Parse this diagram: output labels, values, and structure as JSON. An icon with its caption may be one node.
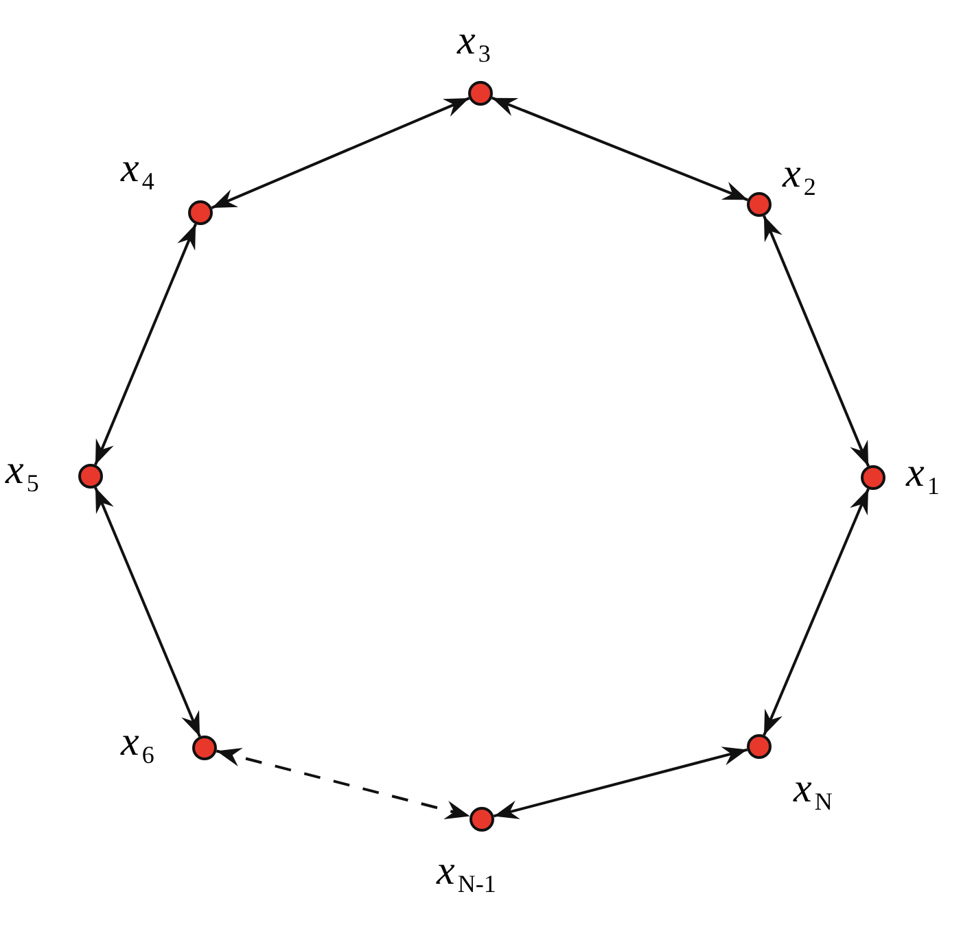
{
  "diagram": {
    "nodes": [
      {
        "text": [],
        "shape": "circle",
        "beside": [
          "*x*$_{1}$"
        ]
      },
      {
        "text": [],
        "shape": "circle",
        "beside": [
          "*x*$_{2}$"
        ]
      },
      {
        "text": [],
        "shape": "circle",
        "beside": [
          "*x*$_{3}$"
        ]
      },
      {
        "text": [],
        "shape": "circle",
        "beside": [
          "*x*$_{4}$"
        ]
      },
      {
        "text": [],
        "shape": "circle",
        "beside": [
          "*x*$_{5}$"
        ]
      },
      {
        "text": [],
        "shape": "circle",
        "beside": [
          "*x*$_{6}$"
        ]
      },
      {
        "text": [],
        "shape": "circle",
        "beside": [
          "*x*$_{N-1}$"
        ]
      },
      {
        "text": [],
        "shape": "circle",
        "beside": [
          "*x*$_{N}$"
        ]
      }
    ],
    "edges": [
      {
        "from": 0,
        "to": 1,
        "arrow": "both"
      },
      {
        "from": 1,
        "to": 2,
        "arrow": "both"
      },
      {
        "from": 2,
        "to": 3,
        "arrow": "both"
      },
      {
        "from": 3,
        "to": 4,
        "arrow": "both"
      },
      {
        "from": 4,
        "to": 5,
        "arrow": "both"
      },
      {
        "from": 5,
        "to": 6,
        "arrow": "both",
        "style": "dashed"
      },
      {
        "from": 6,
        "to": 7,
        "arrow": "both"
      },
      {
        "from": 7,
        "to": 0,
        "arrow": "both"
      }
    ]
  }
}
